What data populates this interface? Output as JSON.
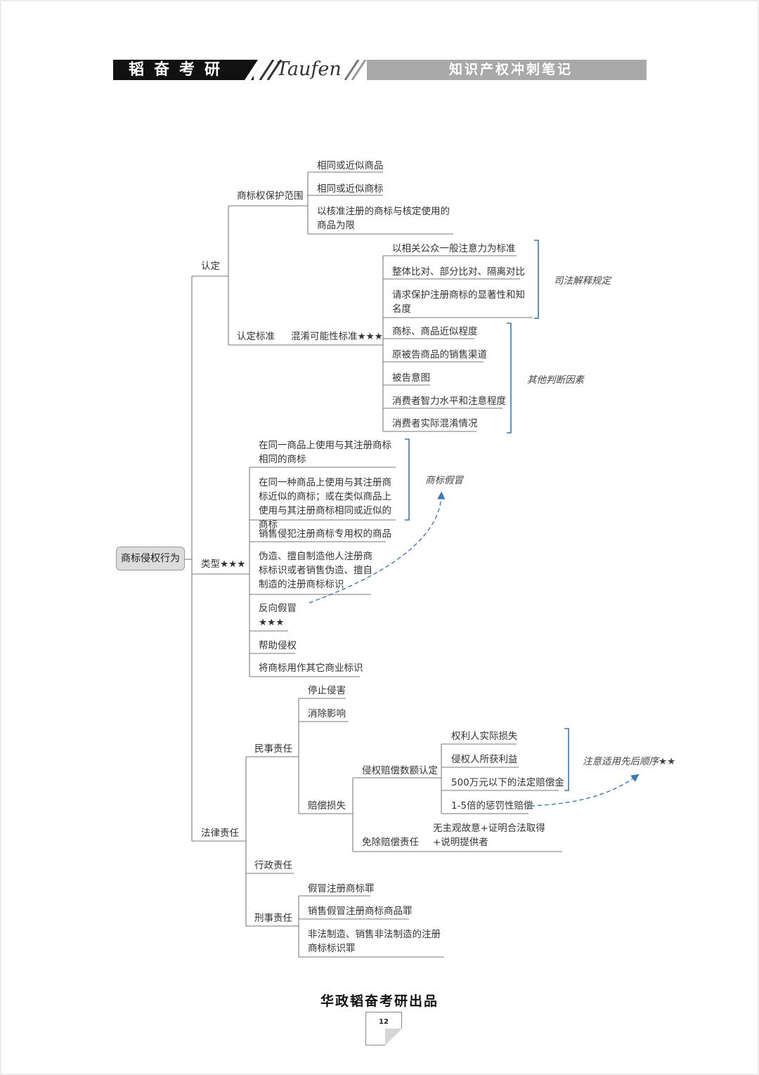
{
  "header": {
    "brand": "韬奋考研",
    "logo_text": "Taufen",
    "subtitle": "知识产权冲刺笔记"
  },
  "root": "商标侵权行为",
  "rending": {
    "label": "认定",
    "scope": {
      "label": "商标权保护范围",
      "items": [
        "相同或近似商品",
        "相同或近似商标",
        "以核准注册的商标与核定使用的商品为限"
      ]
    },
    "standard": {
      "label": "认定标准",
      "sub_label": "混淆可能性标准★★★",
      "judicial_items": [
        "以相关公众一般注意力为标准",
        "整体比对、部分比对、隔离对比",
        "请求保护注册商标的显著性和知名度"
      ],
      "judicial_note": "司法解释规定",
      "other_items": [
        "商标、商品近似程度",
        "原被告商品的销售渠道",
        "被告意图",
        "消费者智力水平和注意程度",
        "消费者实际混淆情况"
      ],
      "other_note": "其他判断因素"
    }
  },
  "types": {
    "label": "类型★★★",
    "items": [
      "在同一商品上使用与其注册商标相同的商标",
      "在同一种商品上使用与其注册商标近似的商标；或在类似商品上使用与其注册商标相同或近似的商标",
      "销售侵犯注册商标专用权的商品",
      "伪造、擅自制造他人注册商标标识或者销售伪造、擅自制造的注册商标标识",
      "反向假冒",
      "帮助侵权",
      "将商标用作其它商业标识"
    ],
    "reverse_stars": "★★★",
    "counterfeit_note": "商标假冒"
  },
  "liability": {
    "label": "法律责任",
    "civil": {
      "label": "民事责任",
      "items": [
        "停止侵害",
        "消除影响"
      ],
      "compensation": {
        "label": "赔偿损失",
        "amount": {
          "label": "侵权赔偿数额认定",
          "items": [
            "权利人实际损失",
            "侵权人所获利益",
            "500万元以下的法定赔偿金",
            "1-5倍的惩罚性赔偿"
          ],
          "note": "注意适用先后顺序★★"
        },
        "exemption": {
          "label": "免除赔偿责任",
          "text": "无主观故意+证明合法取得+说明提供者"
        }
      }
    },
    "administrative": "行政责任",
    "criminal": {
      "label": "刑事责任",
      "items": [
        "假冒注册商标罪",
        "销售假冒注册商标商品罪",
        "非法制造、销售非法制造的注册商标标识罪"
      ]
    }
  },
  "footer": "华政韬奋考研出品",
  "page_number": "12"
}
